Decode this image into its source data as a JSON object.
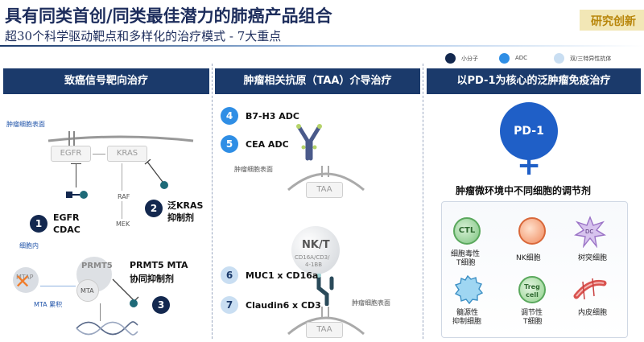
{
  "header": {
    "title": "具有同类首创/同类最佳潜力的肺癌产品组合",
    "subtitle": "超30个科学驱动靶点和多样化的治疗模式 - 7大重点",
    "tag": "研究创新"
  },
  "legend": [
    {
      "label": "小分子",
      "color": "#13284f"
    },
    {
      "label": "ADC",
      "color": "#2f8ee5"
    },
    {
      "label": "双/三特异性抗体",
      "color": "#c9def2"
    }
  ],
  "col1": {
    "header": "致癌信号靶向治疗",
    "surface_label": "肿瘤细胞表面",
    "egfr": "EGFR",
    "kras": "KRAS",
    "raf": "RAF",
    "mek": "MEK",
    "item1_num": "1",
    "item1_l1": "EGFR",
    "item1_l2": "CDAC",
    "item2_num": "2",
    "item2_l1": "泛KRAS",
    "item2_l2": "抑制剂",
    "intracellular": "细胞内",
    "mtap": "MTAP",
    "prmt5": "PRMT5",
    "mta": "MTA",
    "mta_accum": "MTA 累积",
    "item3_num": "3",
    "item3_l1": "PRMT5 MTA",
    "item3_l2": "协同抑制剂"
  },
  "col2": {
    "header": "肿瘤相关抗原（TAA）介导治疗",
    "item4_num": "4",
    "item4_label": "B7-H3 ADC",
    "item5_num": "5",
    "item5_label": "CEA ADC",
    "surface_label": "肿瘤细胞表面",
    "taa": "TAA",
    "nkt": "NK/T",
    "nkt_sub1": "CD16A/CD3/",
    "nkt_sub2": "4-1BB",
    "item6_num": "6",
    "item6_label": "MUC1 x CD16a",
    "item7_num": "7",
    "item7_label": "Claudin6 x CD3",
    "surface_label2": "肿瘤细胞表面",
    "taa2": "TAA"
  },
  "col3": {
    "header": "以PD-1为核心的泛肿瘤免疫治疗",
    "pd1": "PD-1",
    "plus": "+",
    "tme_label": "肿瘤微环境中不同细胞的调节剂",
    "cells": [
      {
        "name": "ctl",
        "icon_text": "CTL",
        "l1": "细胞毒性",
        "l2": "T细胞",
        "color": "#7cc47f"
      },
      {
        "name": "nk",
        "icon_text": "",
        "l1": "NK细胞",
        "l2": "",
        "color": "#f08a5d"
      },
      {
        "name": "dc",
        "icon_text": "DC",
        "l1": "树突细胞",
        "l2": "",
        "color": "#b58ad6"
      },
      {
        "name": "mdsc",
        "icon_text": "",
        "l1": "髓源性",
        "l2": "抑制细胞",
        "color": "#5fb8e6"
      },
      {
        "name": "treg",
        "icon_text": "Treg cell",
        "l1": "调节性",
        "l2": "T细胞",
        "color": "#8fd18a"
      },
      {
        "name": "endo",
        "icon_text": "",
        "l1": "内皮细胞",
        "l2": "",
        "color": "#d9534f"
      }
    ]
  }
}
